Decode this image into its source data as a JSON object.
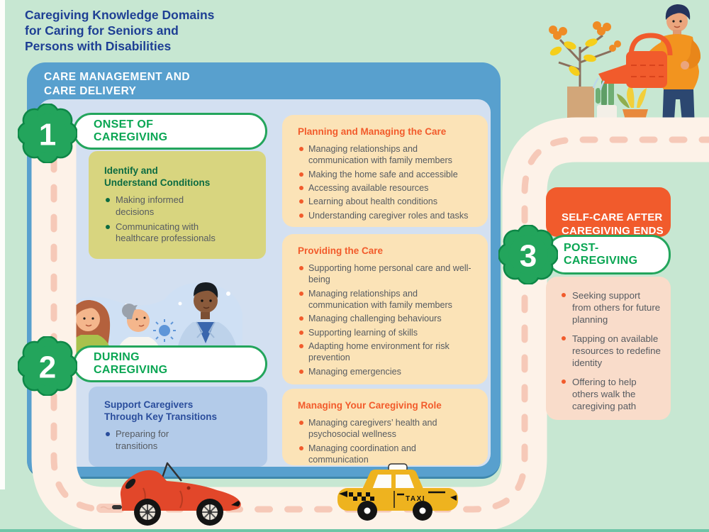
{
  "title": "Caregiving Knowledge Domains\nfor Caring for Seniors and\nPersons with Disabilities",
  "care_panel": {
    "header": "CARE MANAGEMENT AND\nCARE DELIVERY"
  },
  "stages": {
    "onset": {
      "number": "1",
      "label": "ONSET OF\nCAREGIVING"
    },
    "during": {
      "number": "2",
      "label": "DURING\nCAREGIVING"
    },
    "post": {
      "number": "3",
      "label": "POST-\nCAREGIVING"
    }
  },
  "onset_box": {
    "heading": "Identify and\nUnderstand Conditions",
    "bullets": [
      "Making informed decisions",
      "Communicating with healthcare professionals"
    ]
  },
  "during_box": {
    "heading": "Support Caregivers\nThrough Key Transitions",
    "bullets": [
      "Preparing for transitions"
    ]
  },
  "care_boxes": {
    "planning": {
      "heading": "Planning and Managing the Care",
      "bullets": [
        "Managing relationships and communication with family members",
        "Making the home safe and accessible",
        "Accessing available resources",
        "Learning about health conditions",
        "Understanding caregiver roles and tasks"
      ]
    },
    "providing": {
      "heading": "Providing the Care",
      "bullets": [
        "Supporting home personal care and well-being",
        "Managing relationships and communication with family members",
        "Managing challenging behaviours",
        "Supporting learning of skills",
        "Adapting home environment for risk prevention",
        "Managing emergencies"
      ]
    },
    "role": {
      "heading": "Managing Your Caregiving Role",
      "bullets": [
        "Managing caregivers’ health and psychosocial wellness",
        "Managing coordination and communication"
      ]
    }
  },
  "self_care": {
    "header": "SELF-CARE AFTER\nCAREGIVING ENDS"
  },
  "post_box": {
    "bullets": [
      "Seeking support from others for future planning",
      "Tapping on available resources to redefine identity",
      "Offering to help others walk the caregiving path"
    ]
  },
  "illustrations": {
    "taxi_label": "TAXI",
    "man_watering_plants": "man watering potted plants",
    "caregivers_group": "three caregivers talking",
    "red_convertible": "red convertible car",
    "yellow_taxi": "yellow taxi"
  },
  "colors": {
    "mint_background": "#c7e7d2",
    "panel_blue": "#58a0ce",
    "inner_panel_blue": "#d3e0f1",
    "stage_green": "#23a55c",
    "accent_orange": "#f15b2c",
    "title_navy": "#1e3f94",
    "olive_box": "#d8d57f",
    "peach_box": "#fbe3b7",
    "pink_box": "#f9dcca",
    "road_cream": "#fdf2e8",
    "road_dash_pink": "#f6c9b8"
  }
}
